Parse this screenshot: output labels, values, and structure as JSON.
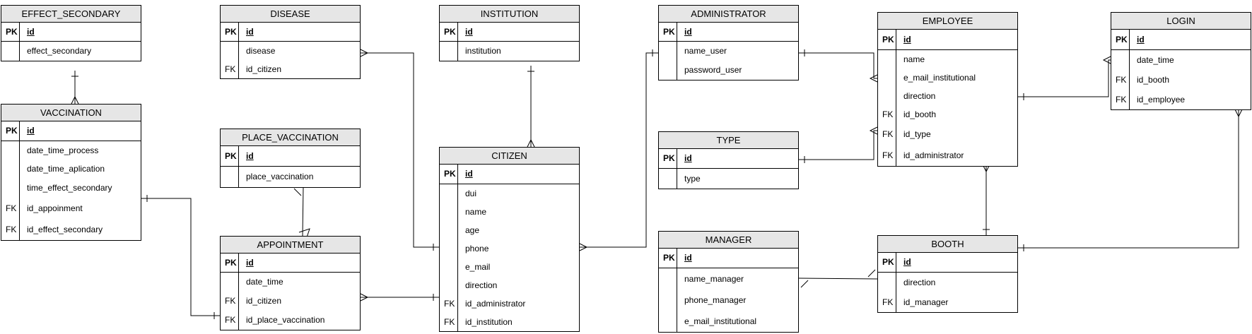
{
  "diagram": {
    "entities": [
      {
        "id": "effect_secondary",
        "name": "EFFECT_SECONDARY",
        "fields": [
          {
            "key": "PK",
            "name": "id"
          },
          {
            "key": "",
            "name": "effect_secondary"
          }
        ]
      },
      {
        "id": "vaccination",
        "name": "VACCINATION",
        "fields": [
          {
            "key": "PK",
            "name": "id"
          },
          {
            "key": "",
            "name": "date_time_process"
          },
          {
            "key": "",
            "name": "date_time_aplication"
          },
          {
            "key": "",
            "name": "time_effect_secondary"
          },
          {
            "key": "FK",
            "name": "id_appoinment"
          },
          {
            "key": "FK",
            "name": "id_effect_secondary"
          }
        ]
      },
      {
        "id": "disease",
        "name": "DISEASE",
        "fields": [
          {
            "key": "PK",
            "name": "id"
          },
          {
            "key": "",
            "name": "disease"
          },
          {
            "key": "FK",
            "name": "id_citizen"
          }
        ]
      },
      {
        "id": "place_vaccination",
        "name": "PLACE_VACCINATION",
        "fields": [
          {
            "key": "PK",
            "name": "id"
          },
          {
            "key": "",
            "name": "place_vaccination"
          }
        ]
      },
      {
        "id": "appointment",
        "name": "APPOINTMENT",
        "fields": [
          {
            "key": "PK",
            "name": "id"
          },
          {
            "key": "",
            "name": "date_time"
          },
          {
            "key": "FK",
            "name": "id_citizen"
          },
          {
            "key": "FK",
            "name": "id_place_vaccination"
          }
        ]
      },
      {
        "id": "institution",
        "name": "INSTITUTION",
        "fields": [
          {
            "key": "PK",
            "name": "id"
          },
          {
            "key": "",
            "name": "institution"
          }
        ]
      },
      {
        "id": "citizen",
        "name": "CITIZEN",
        "fields": [
          {
            "key": "PK",
            "name": "id"
          },
          {
            "key": "",
            "name": "dui"
          },
          {
            "key": "",
            "name": "name"
          },
          {
            "key": "",
            "name": "age"
          },
          {
            "key": "",
            "name": "phone"
          },
          {
            "key": "",
            "name": "e_mail"
          },
          {
            "key": "",
            "name": "direction"
          },
          {
            "key": "FK",
            "name": "id_administrator"
          },
          {
            "key": "FK",
            "name": "id_institution"
          }
        ]
      },
      {
        "id": "administrator",
        "name": "ADMINISTRATOR",
        "fields": [
          {
            "key": "PK",
            "name": "id"
          },
          {
            "key": "",
            "name": "name_user"
          },
          {
            "key": "",
            "name": "password_user"
          }
        ]
      },
      {
        "id": "type",
        "name": "TYPE",
        "fields": [
          {
            "key": "PK",
            "name": "id"
          },
          {
            "key": "",
            "name": "type"
          }
        ]
      },
      {
        "id": "manager",
        "name": "MANAGER",
        "fields": [
          {
            "key": "PK",
            "name": "id"
          },
          {
            "key": "",
            "name": "name_manager"
          },
          {
            "key": "",
            "name": "phone_manager"
          },
          {
            "key": "",
            "name": "e_mail_institutional"
          }
        ]
      },
      {
        "id": "employee",
        "name": "EMPLOYEE",
        "fields": [
          {
            "key": "PK",
            "name": "id"
          },
          {
            "key": "",
            "name": "name"
          },
          {
            "key": "",
            "name": "e_mail_institutional"
          },
          {
            "key": "",
            "name": "direction"
          },
          {
            "key": "FK",
            "name": "id_booth"
          },
          {
            "key": "FK",
            "name": "id_type"
          },
          {
            "key": "FK",
            "name": "id_administrator"
          }
        ]
      },
      {
        "id": "booth",
        "name": "BOOTH",
        "fields": [
          {
            "key": "PK",
            "name": "id"
          },
          {
            "key": "",
            "name": "direction"
          },
          {
            "key": "FK",
            "name": "id_manager"
          }
        ]
      },
      {
        "id": "login",
        "name": "LOGIN",
        "fields": [
          {
            "key": "PK",
            "name": "id"
          },
          {
            "key": "",
            "name": "date_time"
          },
          {
            "key": "FK",
            "name": "id_booth"
          },
          {
            "key": "FK",
            "name": "id_employee"
          }
        ]
      }
    ],
    "relationships": [
      {
        "from": "effect_secondary",
        "to": "vaccination",
        "from_end": "one",
        "to_end": "many"
      },
      {
        "from": "vaccination",
        "to": "appointment",
        "from_end": "one",
        "to_end": "one"
      },
      {
        "from": "disease",
        "to": "citizen",
        "from_end": "many",
        "to_end": "one"
      },
      {
        "from": "place_vaccination",
        "to": "appointment",
        "from_end": "one",
        "to_end": "many"
      },
      {
        "from": "appointment",
        "to": "citizen",
        "from_end": "many",
        "to_end": "one"
      },
      {
        "from": "institution",
        "to": "citizen",
        "from_end": "one",
        "to_end": "many"
      },
      {
        "from": "citizen",
        "to": "administrator",
        "from_end": "many",
        "to_end": "one"
      },
      {
        "from": "administrator",
        "to": "employee",
        "from_end": "one",
        "to_end": "many"
      },
      {
        "from": "type",
        "to": "employee",
        "from_end": "one",
        "to_end": "many"
      },
      {
        "from": "manager",
        "to": "booth",
        "from_end": "one",
        "to_end": "one"
      },
      {
        "from": "employee",
        "to": "booth",
        "from_end": "many",
        "to_end": "one"
      },
      {
        "from": "employee",
        "to": "login",
        "from_end": "one",
        "to_end": "many"
      },
      {
        "from": "booth",
        "to": "login",
        "from_end": "one",
        "to_end": "many"
      }
    ]
  }
}
